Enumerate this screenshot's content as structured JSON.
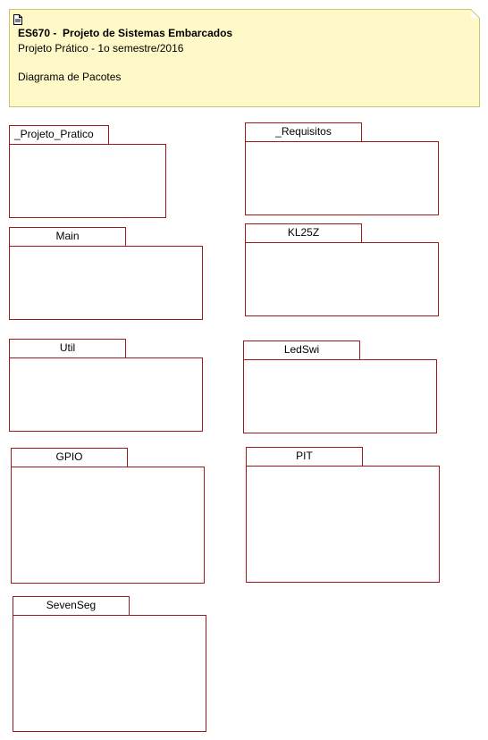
{
  "note": {
    "title": "ES670 -  Projeto de Sistemas Embarcados",
    "line1": "Projeto Prático - 1o semestre/2016",
    "line2": "Diagrama de Pacotes",
    "icon": "document-icon"
  },
  "packages": [
    {
      "id": "projeto-pratico",
      "label": "_Projeto_Pratico"
    },
    {
      "id": "requisitos",
      "label": "_Requisitos"
    },
    {
      "id": "main",
      "label": "Main"
    },
    {
      "id": "kl25z",
      "label": "KL25Z"
    },
    {
      "id": "util",
      "label": "Util"
    },
    {
      "id": "ledswi",
      "label": "LedSwi"
    },
    {
      "id": "gpio",
      "label": "GPIO"
    },
    {
      "id": "pit",
      "label": "PIT"
    },
    {
      "id": "sevenseg",
      "label": "SevenSeg"
    }
  ],
  "colors": {
    "package_border": "#9b1a1a",
    "note_fill": "#fff9c8"
  }
}
